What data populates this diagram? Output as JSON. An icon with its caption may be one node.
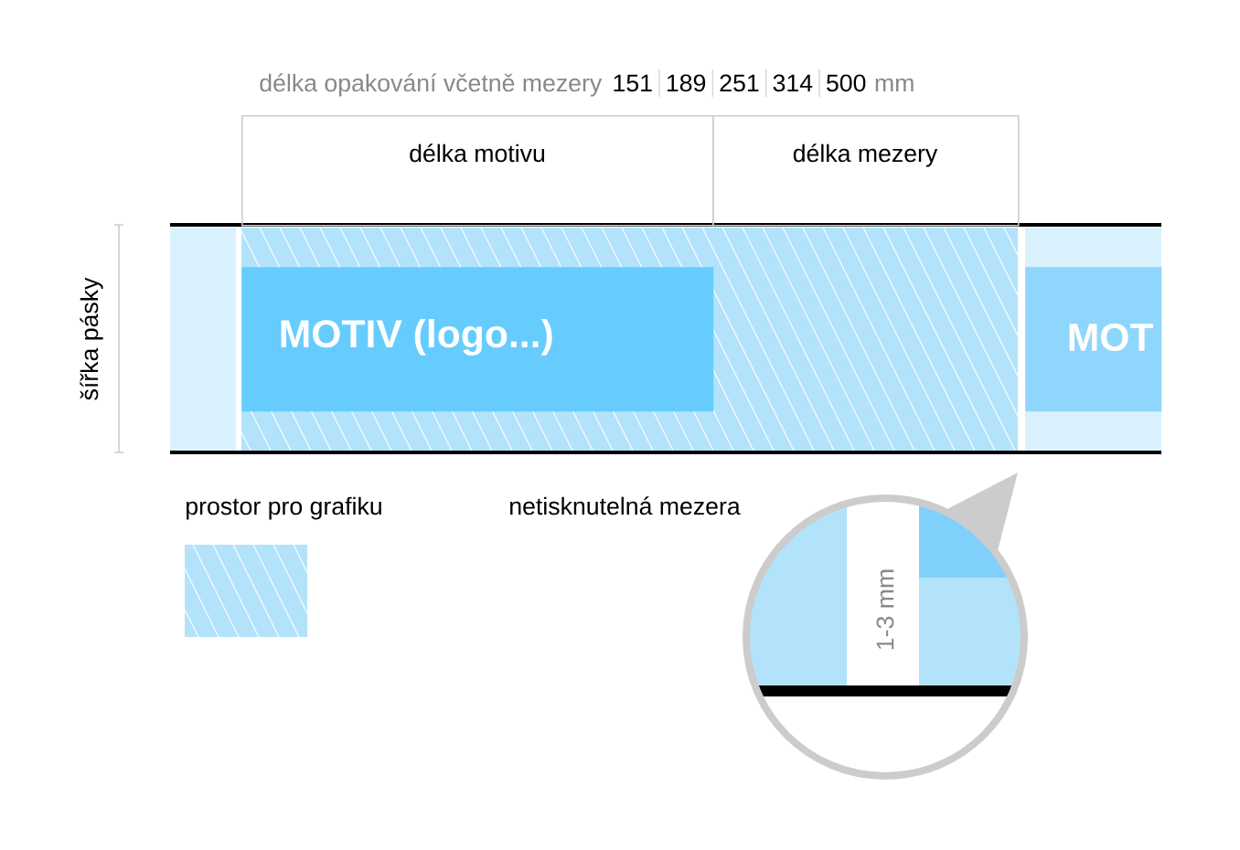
{
  "diagram": {
    "nodes": [
      {
        "text": [
          "délka motivu"
        ]
      },
      {
        "text": [
          "délka mezery"
        ]
      },
      {
        "text": [
          "MOTIV (logo...)"
        ]
      },
      {
        "text": [
          "MOT"
        ]
      },
      {
        "text": [
          "1-3 mm"
        ]
      }
    ],
    "labels": [
      "délka opakování včetně mezery",
      "151",
      "189",
      "251",
      "314",
      "500",
      "mm",
      "šířka pásky"
    ],
    "legend": [
      {
        "text": "prostor pro grafiku"
      },
      {
        "text": "netisknutelná mezera"
      }
    ]
  }
}
